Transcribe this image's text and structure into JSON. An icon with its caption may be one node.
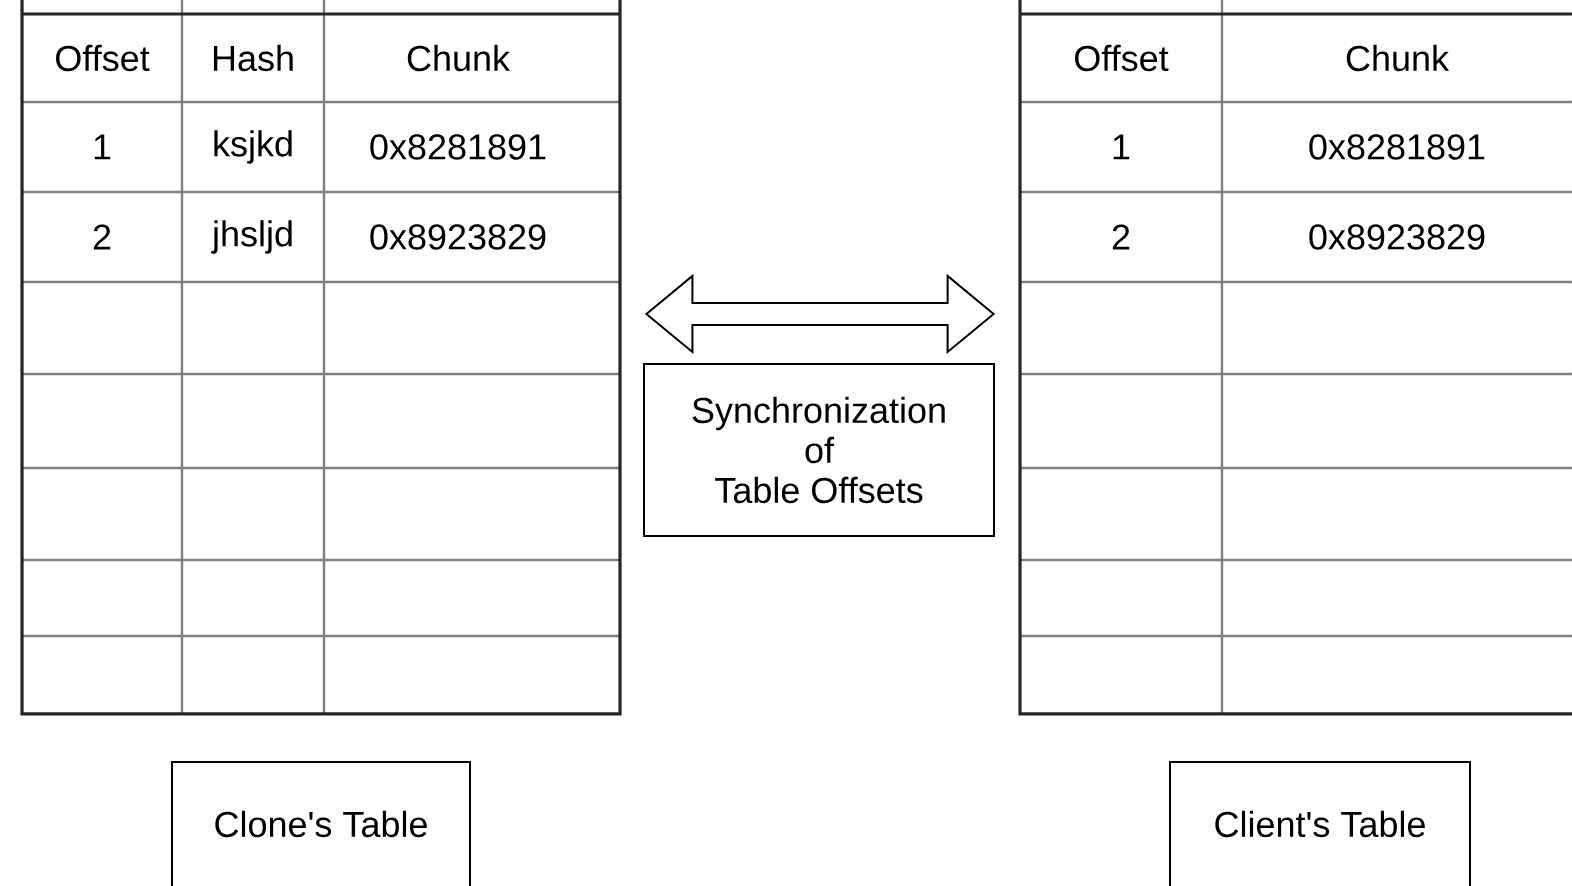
{
  "diagram": {
    "nodes": [
      {
        "text": [
          "Offset",
          "Hash",
          "Chunk",
          "1",
          "ksjkd",
          "0x8281891",
          "2",
          "jhsljd",
          "0x8923829"
        ]
      },
      {
        "text": [
          "Offset",
          "Chunk",
          "1",
          "0x8281891",
          "2",
          "0x8923829"
        ]
      },
      {
        "text": [
          "Synchronization of Table Offsets"
        ]
      },
      {
        "text": [
          "Clone's Table"
        ]
      },
      {
        "text": [
          "Client's Table"
        ]
      }
    ],
    "edges": [
      {
        "from": 0,
        "to": 1,
        "arrow": "both"
      }
    ]
  }
}
